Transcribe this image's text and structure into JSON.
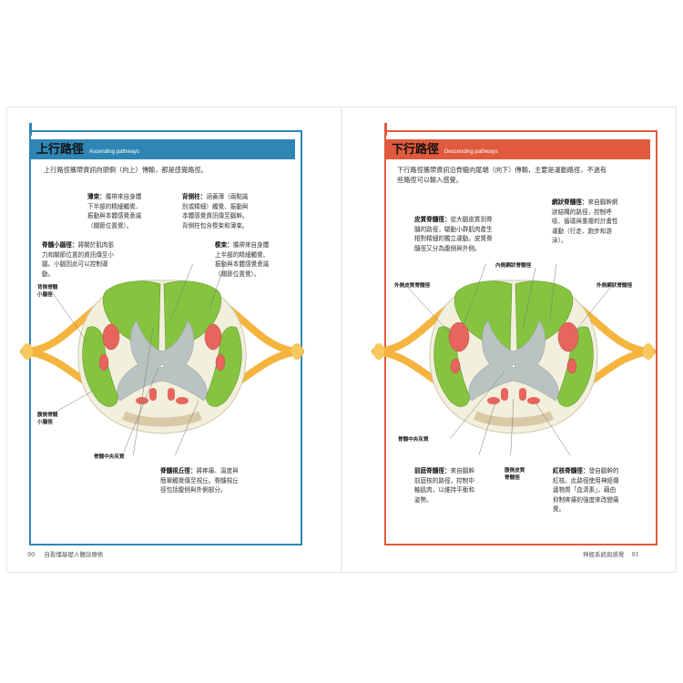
{
  "left_page": {
    "title_zh": "上行路徑",
    "title_en": "Ascending pathways",
    "intro": "上行路徑攜帶資訊向頭側（向上）傳輸，都是感覺路徑。",
    "labels": {
      "fasciculus_gracilis": {
        "name": "薄束：",
        "text": [
          "攜帶來自身體",
          "下半部的精細觸覺、",
          "振動與本體感覺意識",
          "（關節位置覺）。"
        ]
      },
      "dorsal_column": {
        "name": "背側柱：",
        "text": [
          "涵蓋薄（兩點識",
          "別或精細）觸覺、振動與",
          "本體感覺資訊傳至腦幹。",
          "背側柱包含楔束和薄束。"
        ]
      },
      "spinocerebellar": {
        "name": "脊髓小腦徑：",
        "text": [
          "將關於肌肉張",
          "力和關節位置的資訊傳至小",
          "腦。小腦因此可以控制運",
          "動。"
        ]
      },
      "fasciculus_cuneatus": {
        "name": "楔束：",
        "text": [
          "攜帶來自身體",
          "上半部的精細觸覺、",
          "振動與本體感覺意識",
          "（關節位置覺）。"
        ]
      },
      "spinothalamic": {
        "name": "脊髓視丘徑：",
        "text": [
          "將疼痛、溫度與",
          "簡單觸覺傳至視丘。脊髓視丘",
          "徑包括腹側與外側部分。"
        ]
      }
    },
    "small_labels": {
      "dorsal_spinocerebellar": [
        "背側脊髓",
        "小腦徑"
      ],
      "ventral_spinocerebellar": [
        "腹側脊髓",
        "小腦徑"
      ],
      "central_gray": "脊髓中央灰質"
    },
    "page_number": "90",
    "running_head": "自看懂基礎人體誌療術"
  },
  "right_page": {
    "title_zh": "下行路徑",
    "title_en": "Descending pathways",
    "intro": [
      "下行路徑攜帶資訊沿脊髓向尾端（向下）傳輸，主要是運動路徑，不過有",
      "些路徑可以輸入感覺。"
    ],
    "labels": {
      "reticulospinal": {
        "name": "網狀脊髓徑：",
        "text": [
          "來自腦幹網",
          "狀結構的路徑，控制呼",
          "吸、循環與重複的計畫性",
          "運動（行走、跑步和游",
          "泳）。"
        ]
      },
      "corticospinal": {
        "name": "皮質脊髓徑：",
        "text": [
          "從大腦皮質到脊",
          "髓的路徑，驅動小群肌肉產生",
          "相對精細的獨立運動。皮質脊",
          "髓徑又分為腹側與外側。"
        ]
      },
      "vestibulospinal": {
        "name": "前庭脊髓徑：",
        "text": [
          "來自腦幹",
          "前庭核的路徑，控制中",
          "軸肌肉，以維持平衡和",
          "姿勢。"
        ]
      },
      "rubrospinal": {
        "name": "紅核脊髓徑：",
        "text": [
          "發自腦幹的",
          "紅核。此路徑使用神經傳",
          "遞物質「血清素」，藉由",
          "抑制疼痛的強度來改變痛",
          "覺。"
        ]
      }
    },
    "small_labels": {
      "lateral_corticospinal": "外側皮質脊髓徑",
      "medial_reticulospinal": "內側網狀脊髓徑",
      "lateral_reticulospinal": "外側網狀脊髓徑",
      "central_gray": "脊髓中央灰質",
      "ventral_corticospinal": [
        "腹側皮質",
        "脊髓徑"
      ]
    },
    "page_number": "91",
    "running_head": "神經系統與感覺"
  },
  "colors": {
    "left_accent": "#2f86b5",
    "right_accent": "#e05a3d",
    "white_matter_green": "#86c440",
    "gray_matter": "#b9c3c2",
    "tract_red": "#e8655e",
    "nerve_orange": "#f4b43e",
    "cord_background": "#f2efdc"
  }
}
